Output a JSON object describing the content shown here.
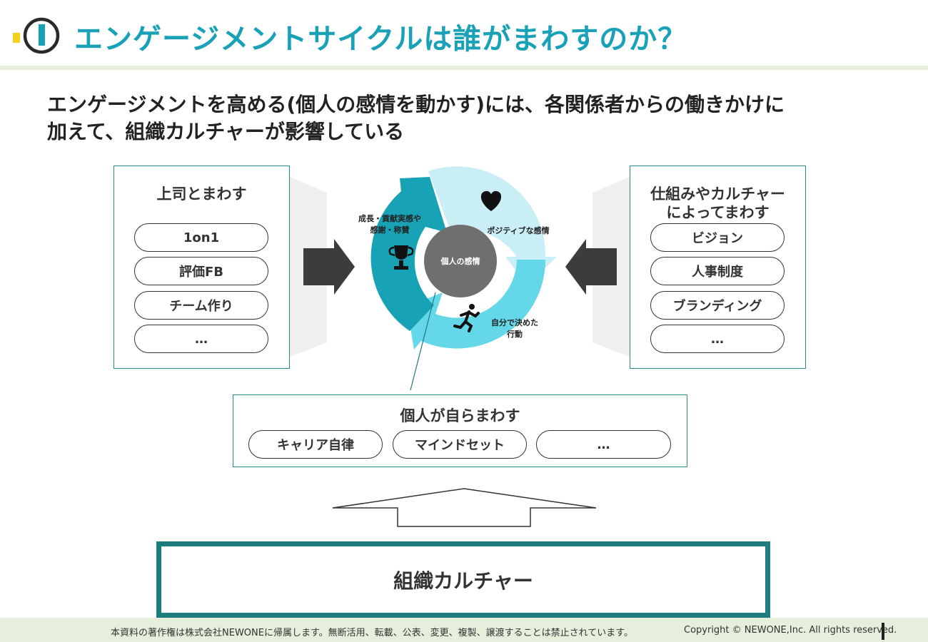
{
  "header": {
    "title": "エンゲージメントサイクルは誰がまわすのか？"
  },
  "lead": {
    "line1": "エンゲージメントを高める(個人の感情を動かす)には、各関係者からの働きかけに",
    "line2": "加えて、組織カルチャーが影響している"
  },
  "left_panel": {
    "title": "上司とまわす",
    "items": [
      "1on1",
      "評価FB",
      "チーム作り",
      "…"
    ]
  },
  "right_panel": {
    "title_line1": "仕組みやカルチャー",
    "title_line2": "によってまわす",
    "items": [
      "ビジョン",
      "人事制度",
      "ブランディング",
      "…"
    ]
  },
  "cycle": {
    "center": "個人の感情",
    "segment1_line1": "成長・貢献実感や",
    "segment1_line2": "感謝・称賛",
    "segment2": "ポジティブな感情",
    "segment3_line1": "自分で決めた",
    "segment3_line2": "行動",
    "colors": [
      "#17a2b6",
      "#c9eef5",
      "#64d7e8",
      "#6f6f6f"
    ]
  },
  "bottom_panel": {
    "title": "個人が自らまわす",
    "items": [
      "キャリア自律",
      "マインドセット",
      "…"
    ]
  },
  "culture": {
    "label": "組織カルチャー"
  },
  "footer": {
    "copyright_jp": "本資料の著作権は株式会社NEWONEに帰属します。無断活用、転載、公表、変更、複製、譲渡することは禁止されています。",
    "copyright_en": "Copyright © NEWONE,Inc.  All rights reserved."
  }
}
